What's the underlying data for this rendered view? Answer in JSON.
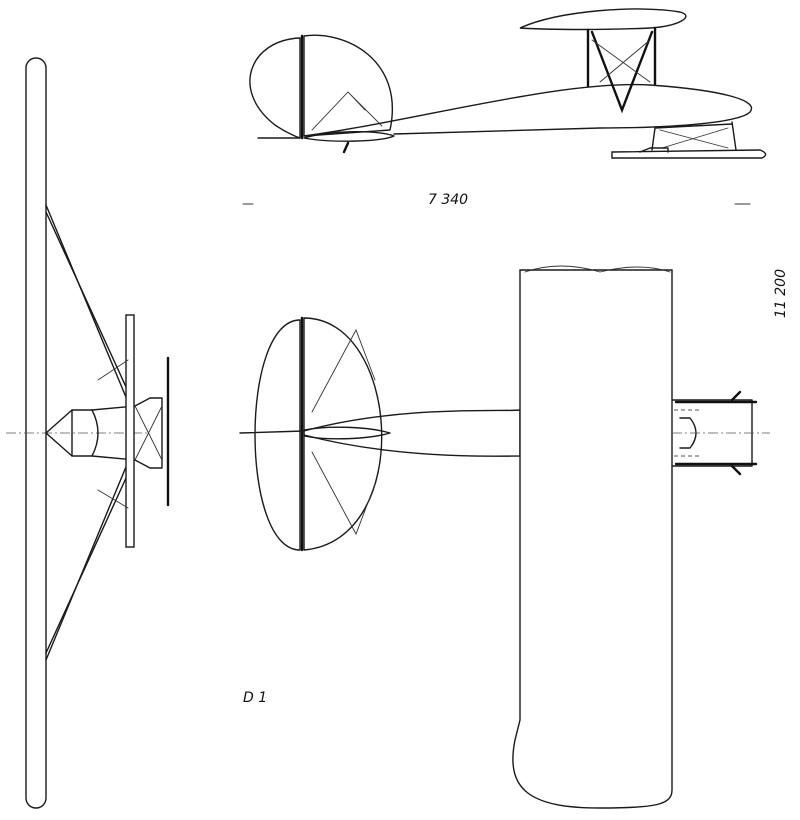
{
  "labels": {
    "length_dimension": "7 340",
    "span_dimension": "11 200",
    "designation": "D 1"
  }
}
